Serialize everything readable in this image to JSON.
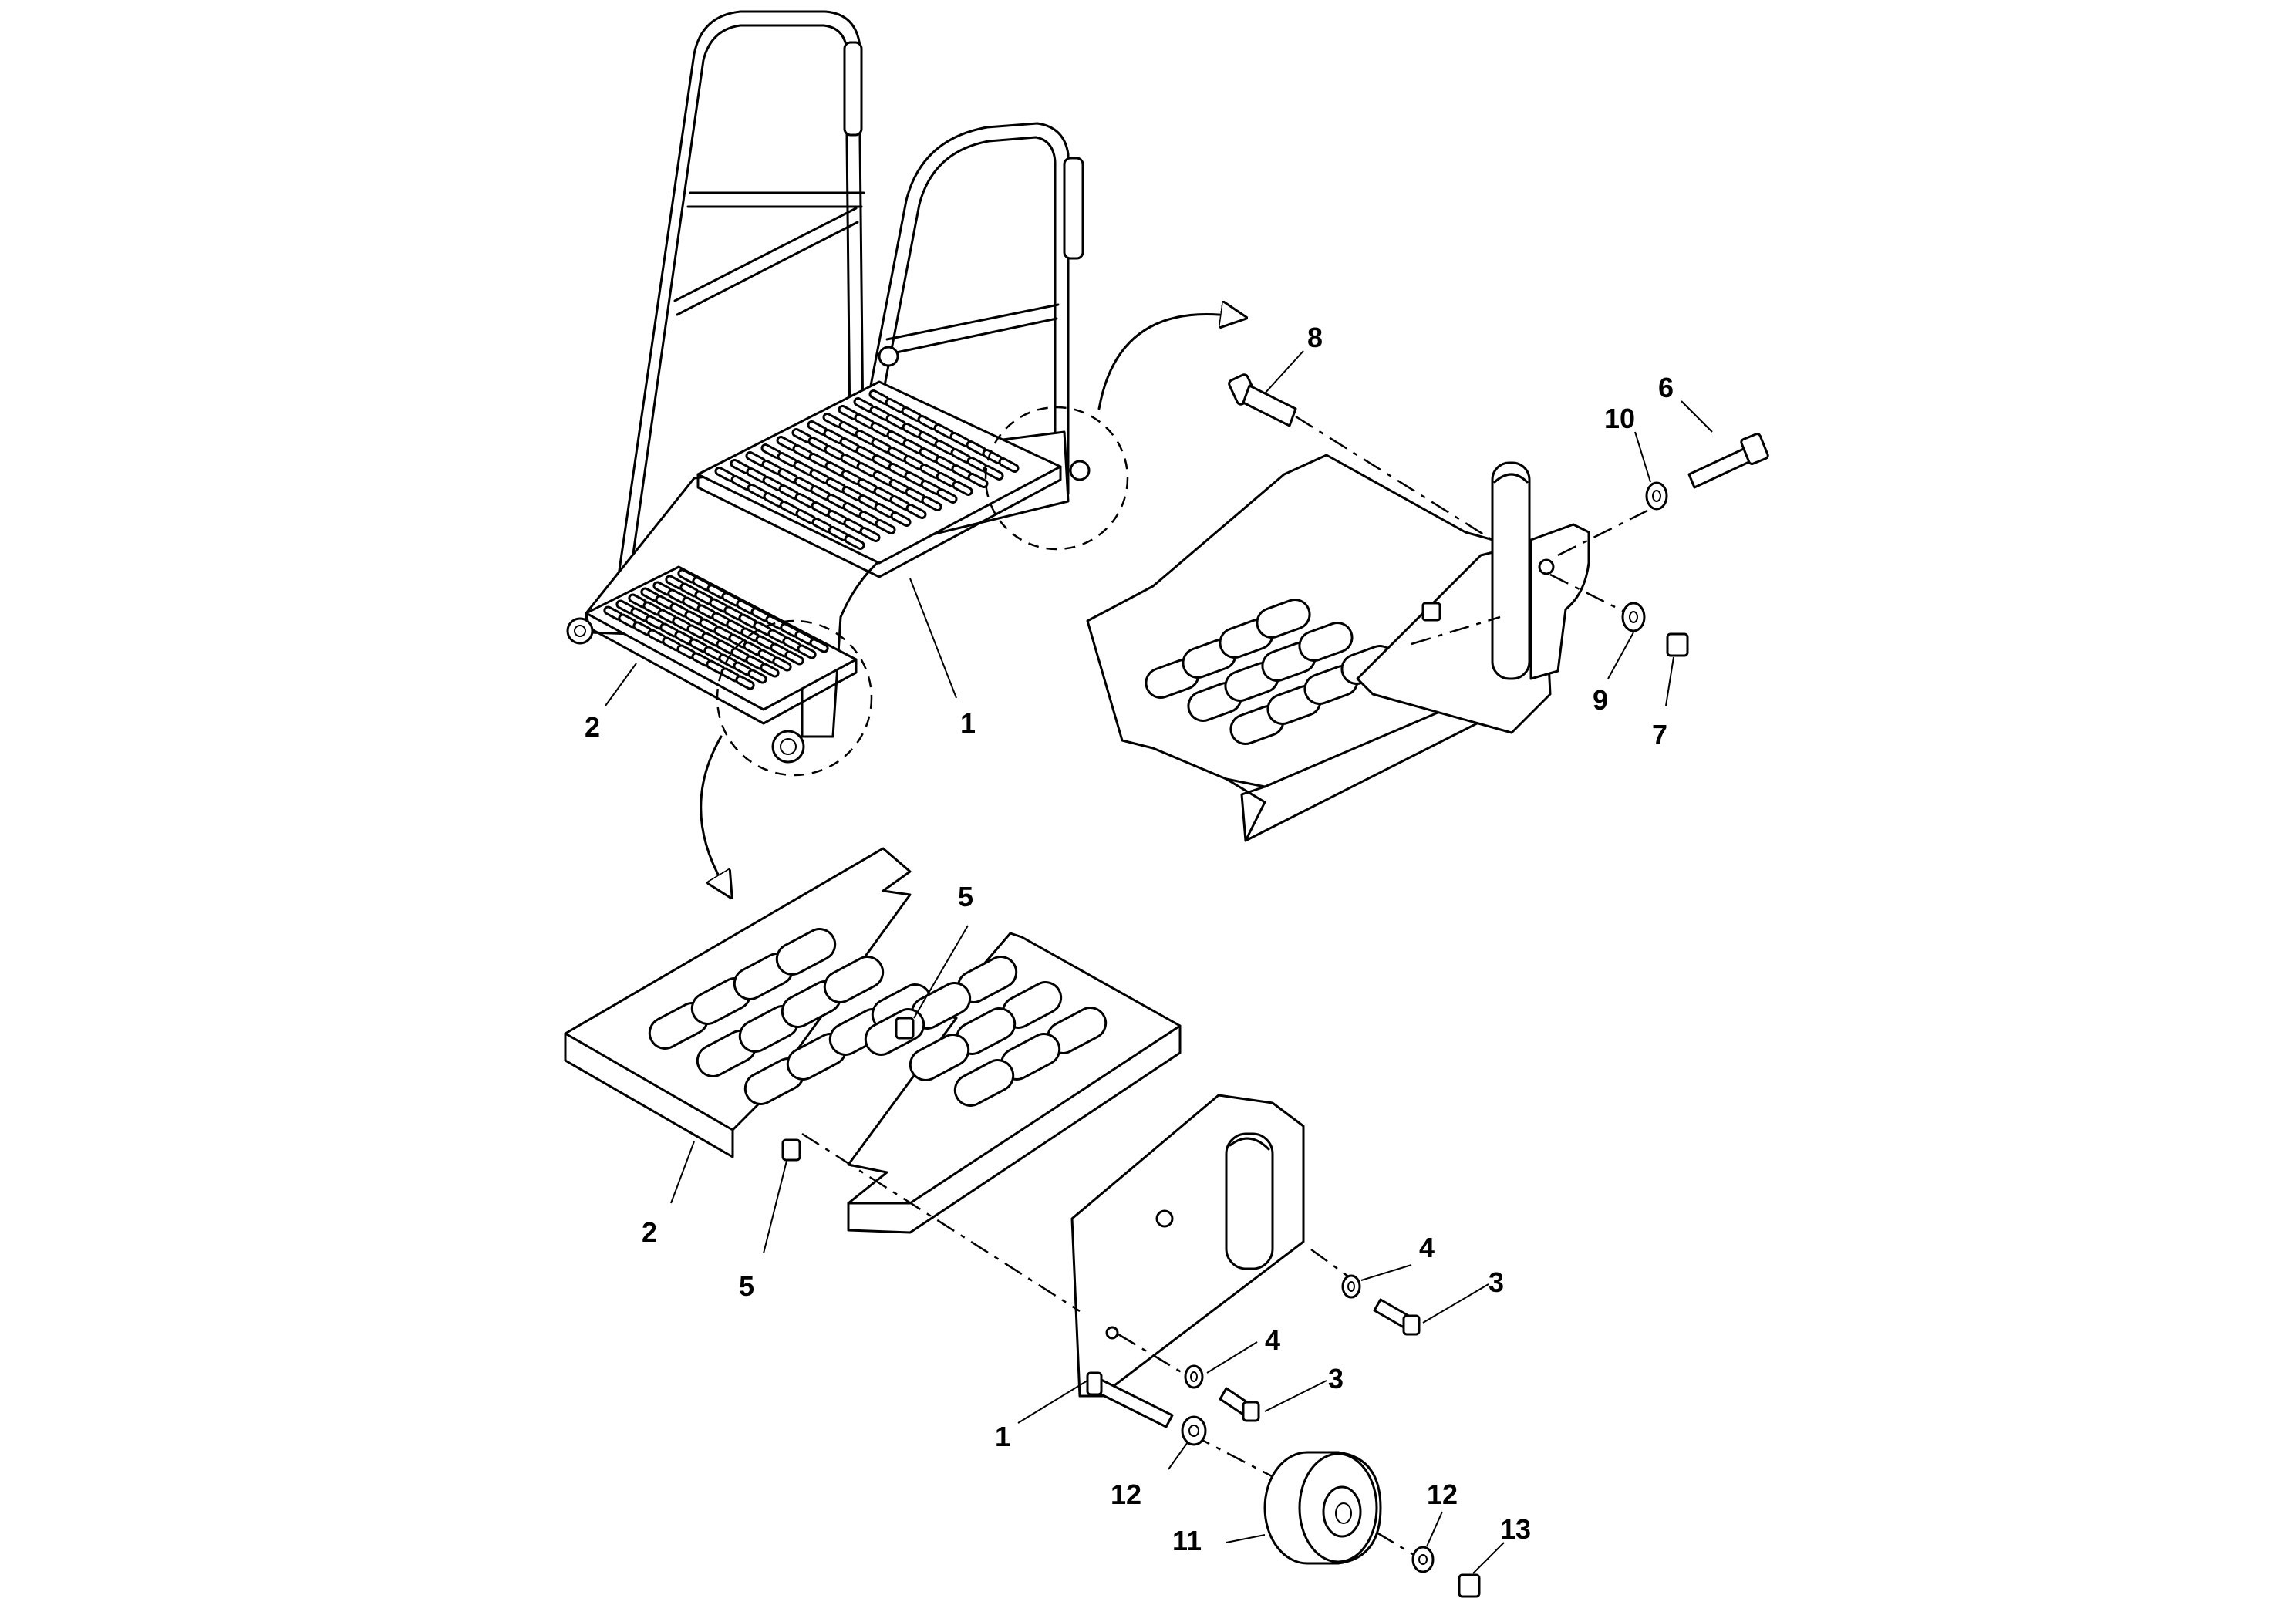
{
  "callouts": [
    {
      "id": "c-1-top",
      "text": "1"
    },
    {
      "id": "c-2-top",
      "text": "2"
    },
    {
      "id": "c-8",
      "text": "8"
    },
    {
      "id": "c-6",
      "text": "6"
    },
    {
      "id": "c-10",
      "text": "10"
    },
    {
      "id": "c-9",
      "text": "9"
    },
    {
      "id": "c-7",
      "text": "7"
    },
    {
      "id": "c-5-top",
      "text": "5"
    },
    {
      "id": "c-2-bottom",
      "text": "2"
    },
    {
      "id": "c-5-bottom",
      "text": "5"
    },
    {
      "id": "c-4-upper",
      "text": "4"
    },
    {
      "id": "c-3-upper",
      "text": "3"
    },
    {
      "id": "c-4-lower",
      "text": "4"
    },
    {
      "id": "c-3-lower",
      "text": "3"
    },
    {
      "id": "c-1-bottom",
      "text": "1"
    },
    {
      "id": "c-12-left",
      "text": "12"
    },
    {
      "id": "c-11",
      "text": "11"
    },
    {
      "id": "c-12-right",
      "text": "12"
    },
    {
      "id": "c-13",
      "text": "13"
    }
  ]
}
